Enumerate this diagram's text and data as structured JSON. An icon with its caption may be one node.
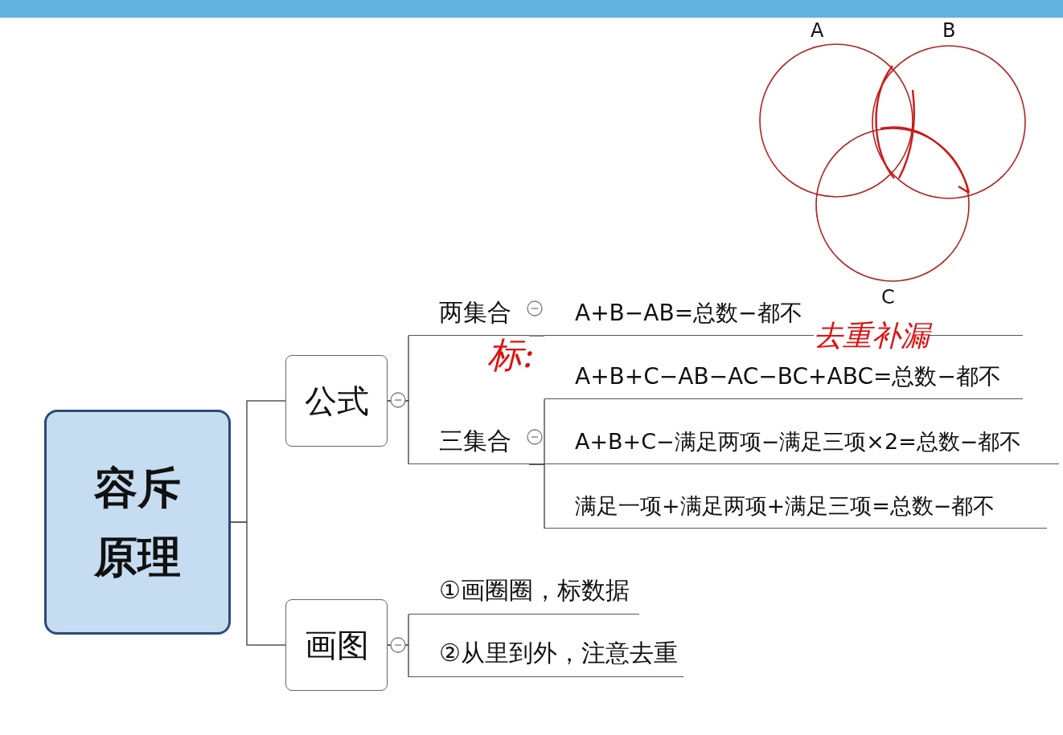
{
  "diagram": {
    "nodes": [
      {
        "text": [
          "容斥原理"
        ]
      },
      {
        "text": [
          "公式"
        ]
      },
      {
        "text": [
          "画图"
        ]
      },
      {
        "text": [
          "两集合"
        ]
      },
      {
        "text": [
          "三集合"
        ]
      },
      {
        "text": [
          "A+B−AB=总数−都不"
        ]
      },
      {
        "text": [
          "A+B+C−AB−AC−BC+ABC=总数−都不"
        ]
      },
      {
        "text": [
          "A+B+C−满足两项−满足三项×2=总数−都不"
        ]
      },
      {
        "text": [
          "满足一项+满足两项+满足三项=总数−都不"
        ]
      },
      {
        "text": [
          "①画圈圈，标数据"
        ]
      },
      {
        "text": [
          "②从里到外，注意去重"
        ]
      }
    ],
    "edges": [
      {
        "from": 0,
        "to": 1,
        "arrow": "none"
      },
      {
        "from": 0,
        "to": 2,
        "arrow": "none"
      },
      {
        "from": 1,
        "to": 3,
        "arrow": "none"
      },
      {
        "from": 1,
        "to": 4,
        "arrow": "none"
      },
      {
        "from": 3,
        "to": 5,
        "arrow": "none"
      },
      {
        "from": 4,
        "to": 6,
        "arrow": "none"
      },
      {
        "from": 4,
        "to": 7,
        "arrow": "none"
      },
      {
        "from": 4,
        "to": 8,
        "arrow": "none"
      },
      {
        "from": 2,
        "to": 9,
        "arrow": "none"
      },
      {
        "from": 2,
        "to": 10,
        "arrow": "none"
      }
    ],
    "labels": [
      "A",
      "B",
      "C",
      "标:",
      "去重补漏"
    ]
  }
}
